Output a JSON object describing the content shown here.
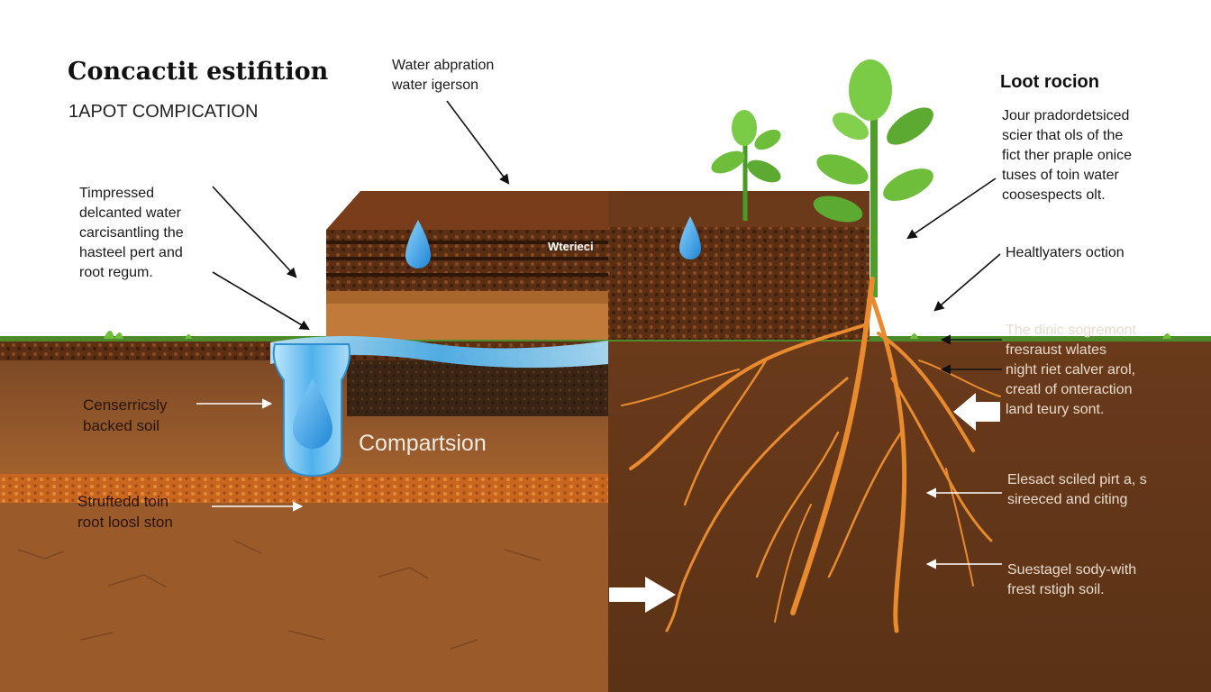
{
  "title": "Concactit estifition",
  "subtitle": "1APOT COMPICATION",
  "top_callout": "Water abpration\nwater igerson",
  "left_callout": "Timpressed\ndelcanted water\ncarcisantling the\nhasteel pert and\nroot regum.",
  "left_soil_label": "Censerricsly\nbacked soil",
  "compaction_label": "Compartsion",
  "left_bottom_label": "Struftedd toin\nroot loosl ston",
  "block_label": "Wterieci",
  "right_heading": "Loot rocion",
  "right_callout": "Jour pradordetsiced\nscier that ols of the\nfict ther praple onice\ntuses of toin water\ncoosespects olt.",
  "right_mid_label": "Healtlyaters oction",
  "right_soil_label": "The dinic sogremont\nfresraust wlates\nnight riet calver arol,\ncreatl of onteraction\nland teury sont.",
  "right_lower_label": "Elesact sciled pirt a, s\nsireeced and citing",
  "right_bottom_label": "Suestagel sody-with\nfrest rstigh soil.",
  "colors": {
    "water": "#3fa9e8",
    "compacted_soil": "#7a4a2a",
    "healthy_soil": "#5a3418",
    "roots": "#e88a2e",
    "leaf": "#6fbe3b"
  }
}
